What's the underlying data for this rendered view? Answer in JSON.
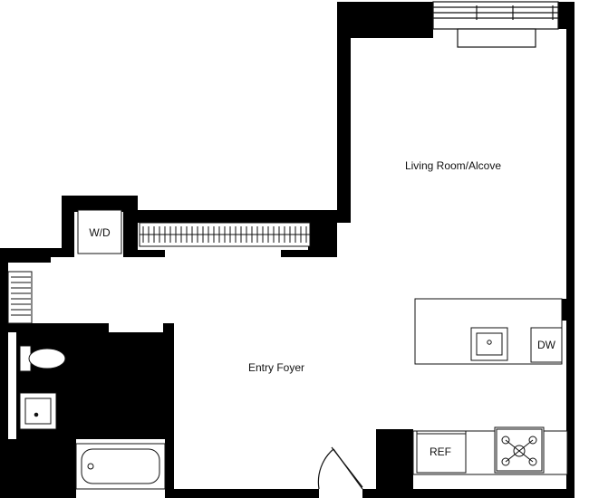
{
  "rooms": {
    "living": "Living Room/Alcove",
    "foyer": "Entry Foyer"
  },
  "fixtures": {
    "washer_dryer": "W/D",
    "dishwasher": "DW",
    "refrigerator": "REF"
  },
  "colors": {
    "wall": "#000000",
    "fixture_stroke": "#111111",
    "background": "#ffffff"
  }
}
